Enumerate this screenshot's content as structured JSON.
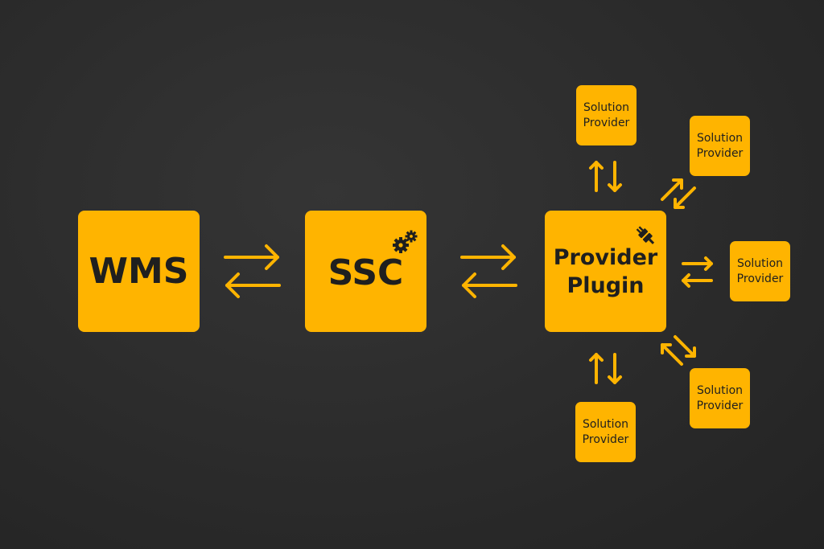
{
  "nodes": {
    "wms": {
      "label": "WMS"
    },
    "ssc": {
      "label": "SSC"
    },
    "provider_plugin": {
      "line1": "Provider",
      "line2": "Plugin"
    },
    "solution_providers": [
      {
        "line1": "Solution",
        "line2": "Provider"
      },
      {
        "line1": "Solution",
        "line2": "Provider"
      },
      {
        "line1": "Solution",
        "line2": "Provider"
      },
      {
        "line1": "Solution",
        "line2": "Provider"
      },
      {
        "line1": "Solution",
        "line2": "Provider"
      }
    ]
  },
  "icons": {
    "ssc": "gears-icon",
    "provider_plugin": "plug-icon"
  },
  "colors": {
    "accent": "#FFB400",
    "background": "#2b2b2b",
    "text": "#1f1f1f"
  }
}
